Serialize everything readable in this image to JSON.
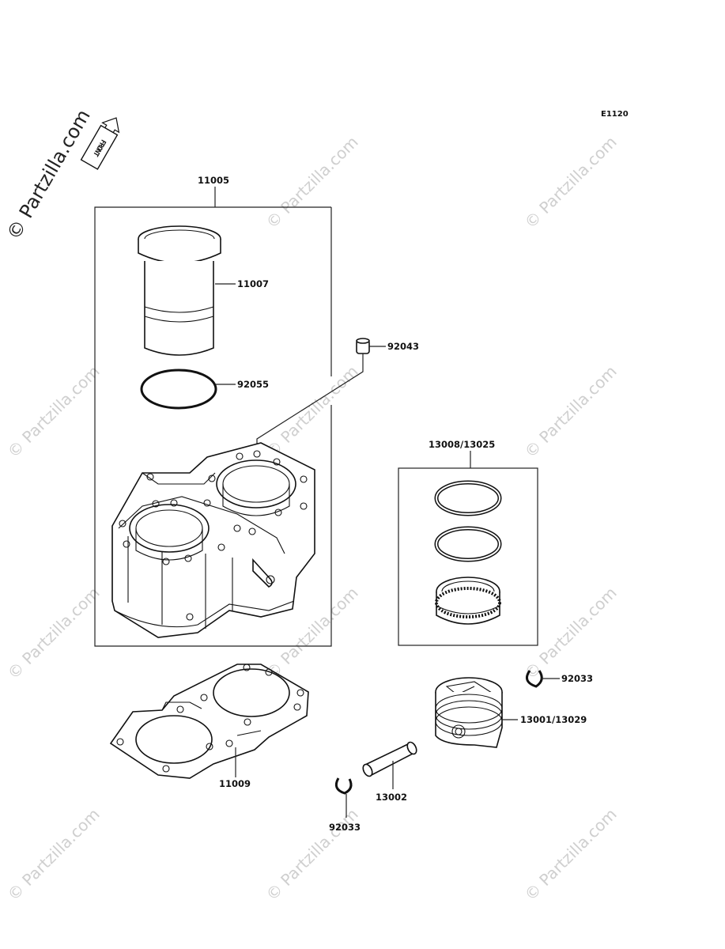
{
  "diagram_code": "E1120",
  "front_marker": {
    "text": "FRONT"
  },
  "watermark": {
    "main": "© Partzilla.com",
    "repeat": "© Partzilla.com"
  },
  "parts": [
    {
      "id": "cylinder-assembly",
      "number": "11005"
    },
    {
      "id": "cylinder-liner",
      "number": "11007"
    },
    {
      "id": "o-ring",
      "number": "92055"
    },
    {
      "id": "dowel-pin",
      "number": "92043"
    },
    {
      "id": "piston-ring-set",
      "number": "13008/13025"
    },
    {
      "id": "circlip-upper",
      "number": "92033"
    },
    {
      "id": "piston",
      "number": "13001/13029"
    },
    {
      "id": "cylinder-base-gasket",
      "number": "11009"
    },
    {
      "id": "piston-pin",
      "number": "13002"
    },
    {
      "id": "circlip-lower",
      "number": "92033"
    }
  ]
}
